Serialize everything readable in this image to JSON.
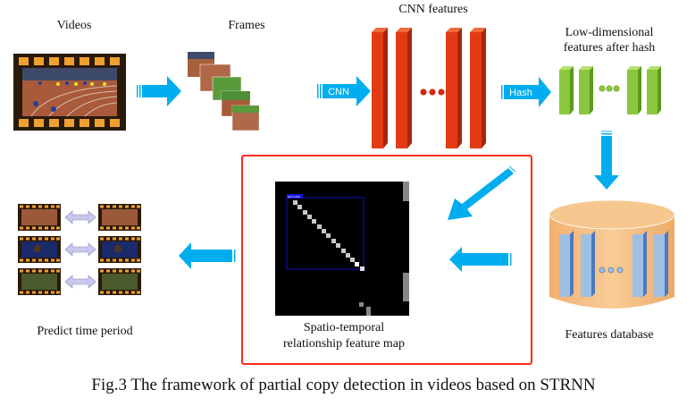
{
  "labels": {
    "videos": "Videos",
    "frames": "Frames",
    "cnn_features": "CNN features",
    "low_dim_line1": "Low-dimensional",
    "low_dim_line2": "features after hash",
    "feature_map_line1": "Spatio-temporal",
    "feature_map_line2": "relationship feature map",
    "features_database": "Features database",
    "predict_time_period": "Predict time period"
  },
  "arrows": {
    "cnn": "CNN",
    "hash": "Hash"
  },
  "feature_map": {
    "box_tag": "part 1.000"
  },
  "caption": "Fig.3 The framework of partial copy detection in videos based on STRNN",
  "colors": {
    "arrow_blue": "#00adef",
    "cnn_red": "#e23b14",
    "hash_green": "#8cc63f",
    "db_orange": "#f6c48a",
    "db_bar_blue": "#9fbfe3",
    "highlight_red": "#ff2a1a",
    "filmstrip_orange": "#f0a030"
  }
}
